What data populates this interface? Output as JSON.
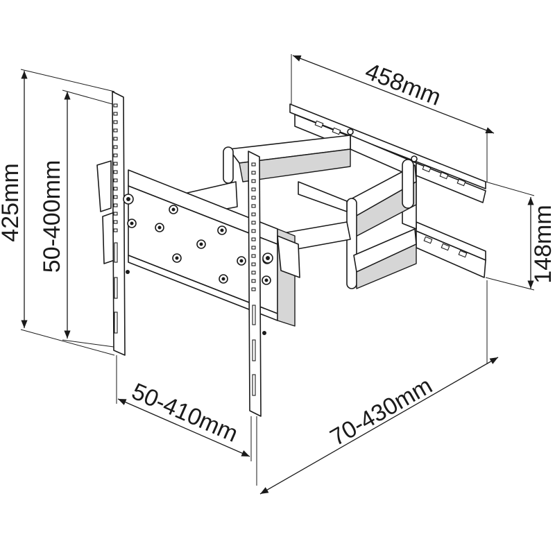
{
  "dimensions": {
    "overall_height": "425mm",
    "vesa_vertical": "50-400mm",
    "vesa_horizontal": "50-410mm",
    "extension": "70-430mm",
    "wall_plate_width": "458mm",
    "wall_plate_height": "148mm"
  },
  "colors": {
    "line": "#1a1a1a",
    "background": "#ffffff",
    "fill_shade": "#d6d6d6"
  }
}
